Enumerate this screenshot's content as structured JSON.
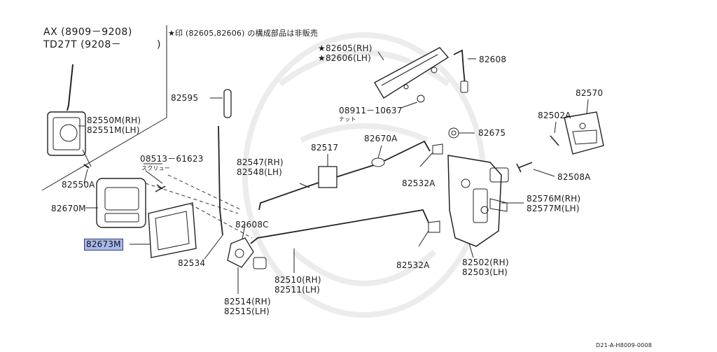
{
  "applicability": {
    "line1": "AX (8909－9208)",
    "line2": "TD27T (9208－",
    "close_bracket": ")"
  },
  "note": "★印 (82605,82606) の構成部品は非販売",
  "parts": {
    "p82605": "★82605(RH)",
    "p82606": "★82606(LH)",
    "p82608": "82608",
    "p08911": "08911－10637",
    "nut_jp": "ナット",
    "p82570": "82570",
    "p82502A": "82502A",
    "p82675": "82675",
    "p82670A": "82670A",
    "p82517": "82517",
    "p82547": "82547(RH)",
    "p82548": "82548(LH)",
    "p82595": "82595",
    "p82550M": "82550M(RH)",
    "p82551M": "82551M(LH)",
    "p08513": "08513－61623",
    "screw_jp": "スクリュー",
    "p82550A": "82550A",
    "p82670M": "82670M",
    "p82673M": "82673M",
    "p82608C": "82608C",
    "p82534": "82534",
    "p82532A_1": "82532A",
    "p82532A_2": "82532A",
    "p82508A": "82508A",
    "p82576M": "82576M(RH)",
    "p82577M": "82577M(LH)",
    "p82502": "82502(RH)",
    "p82503": "82503(LH)",
    "p82510": "82510(RH)",
    "p82511": "82511(LH)",
    "p82514": "82514(RH)",
    "p82515": "82515(LH)"
  },
  "diagram_code": "D21-A-H8009-0008",
  "colors": {
    "highlight": "#a9b8ea",
    "line": "#222222",
    "watermark": "#e9e9e9"
  }
}
